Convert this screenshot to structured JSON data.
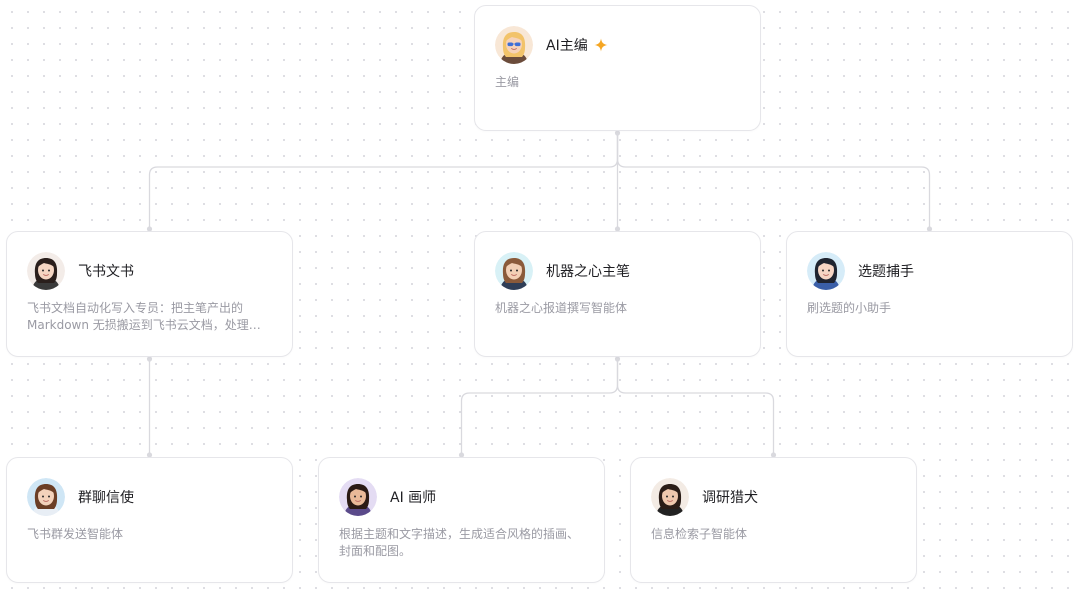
{
  "nodes": [
    {
      "id": "editor",
      "name": "AI主编",
      "desc": "主编",
      "avatar": "editor-blonde-sunglasses-avatar",
      "badge": "sparkle-icon",
      "skin": "#f6d2b8",
      "hair": "#f2c36a",
      "shirt": "#6b4c3b",
      "bg": "#f8e7d6"
    },
    {
      "id": "feishu-doc",
      "name": "飞书文书",
      "desc": "飞书文档自动化写入专员：把主笔产出的 Markdown 无损搬运到飞书云文档，处理图片、表格、代码块等格式转换",
      "avatar": "woman-long-hair-avatar",
      "skin": "#f5d6c3",
      "hair": "#2a1f1c",
      "shirt": "#3a3a3a",
      "bg": "#f3ece8"
    },
    {
      "id": "writer",
      "name": "机器之心主笔",
      "desc": "机器之心报道撰写智能体",
      "avatar": "man-suit-avatar",
      "skin": "#f2cfb5",
      "hair": "#8a5a3a",
      "shirt": "#2f3e57",
      "bg": "#d8f1f6"
    },
    {
      "id": "topic",
      "name": "选题捕手",
      "desc": "刷选题的小助手",
      "avatar": "woman-bob-hair-avatar",
      "skin": "#f6d5c4",
      "hair": "#1f2430",
      "shirt": "#3a5fa8",
      "bg": "#d6ecf8"
    },
    {
      "id": "group-msg",
      "name": "群聊信使",
      "desc": "飞书群发送智能体",
      "avatar": "woman-curly-hair-avatar",
      "skin": "#f3d2bb",
      "hair": "#6b3e25",
      "shirt": "#e8eef5",
      "bg": "#cfe6f5"
    },
    {
      "id": "painter",
      "name": "AI 画师",
      "desc": "根据主题和文字描述，生成适合风格的插画、封面和配图。",
      "avatar": "painter-curly-hair-avatar",
      "skin": "#e9b998",
      "hair": "#2a1a14",
      "shirt": "#5a4a8a",
      "bg": "#e4dcf3"
    },
    {
      "id": "research",
      "name": "调研猎犬",
      "desc": "信息检索子智能体",
      "avatar": "woman-dark-hair-avatar",
      "skin": "#f0c9ae",
      "hair": "#2b1d17",
      "shirt": "#222222",
      "bg": "#f3ebe4"
    }
  ],
  "edges": [
    {
      "from": "editor",
      "to": "feishu-doc"
    },
    {
      "from": "editor",
      "to": "writer"
    },
    {
      "from": "editor",
      "to": "topic"
    },
    {
      "from": "feishu-doc",
      "to": "group-msg"
    },
    {
      "from": "writer",
      "to": "painter"
    },
    {
      "from": "writer",
      "to": "research"
    }
  ],
  "colors": {
    "edge": "#d9d9de",
    "badge": "#f5a623"
  }
}
